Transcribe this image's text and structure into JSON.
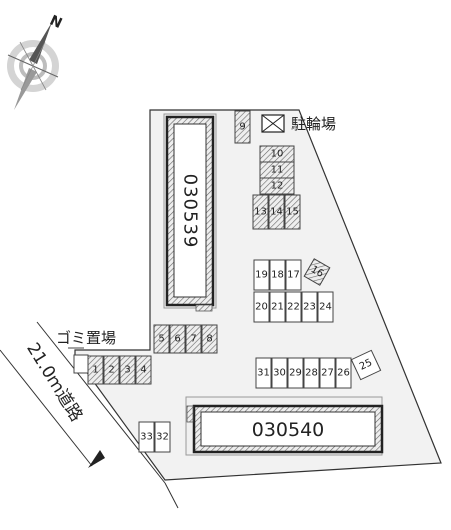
{
  "north_label": "N",
  "building_north": {
    "id": "030539"
  },
  "building_south": {
    "id": "030540"
  },
  "legend": {
    "bicycle_parking": "駐輪場",
    "garbage": "ゴミ置場"
  },
  "road": {
    "width_label": "21.0ｍ道路"
  },
  "spaces": [
    {
      "label": "1",
      "hatched": true
    },
    {
      "label": "2",
      "hatched": true
    },
    {
      "label": "3",
      "hatched": true
    },
    {
      "label": "4",
      "hatched": true
    },
    {
      "label": "5",
      "hatched": true
    },
    {
      "label": "6",
      "hatched": true
    },
    {
      "label": "7",
      "hatched": true
    },
    {
      "label": "8",
      "hatched": true
    },
    {
      "label": "9",
      "hatched": true
    },
    {
      "label": "10",
      "hatched": true
    },
    {
      "label": "11",
      "hatched": true
    },
    {
      "label": "12",
      "hatched": true
    },
    {
      "label": "13",
      "hatched": true
    },
    {
      "label": "14",
      "hatched": true
    },
    {
      "label": "15",
      "hatched": true
    },
    {
      "label": "16",
      "hatched": true
    },
    {
      "label": "17",
      "hatched": false
    },
    {
      "label": "18",
      "hatched": false
    },
    {
      "label": "19",
      "hatched": false
    },
    {
      "label": "20",
      "hatched": false
    },
    {
      "label": "21",
      "hatched": false
    },
    {
      "label": "22",
      "hatched": false
    },
    {
      "label": "23",
      "hatched": false
    },
    {
      "label": "24",
      "hatched": false
    },
    {
      "label": "25",
      "hatched": false
    },
    {
      "label": "26",
      "hatched": false
    },
    {
      "label": "27",
      "hatched": false
    },
    {
      "label": "28",
      "hatched": false
    },
    {
      "label": "29",
      "hatched": false
    },
    {
      "label": "30",
      "hatched": false
    },
    {
      "label": "31",
      "hatched": false
    },
    {
      "label": "32",
      "hatched": false
    },
    {
      "label": "33",
      "hatched": false
    }
  ]
}
